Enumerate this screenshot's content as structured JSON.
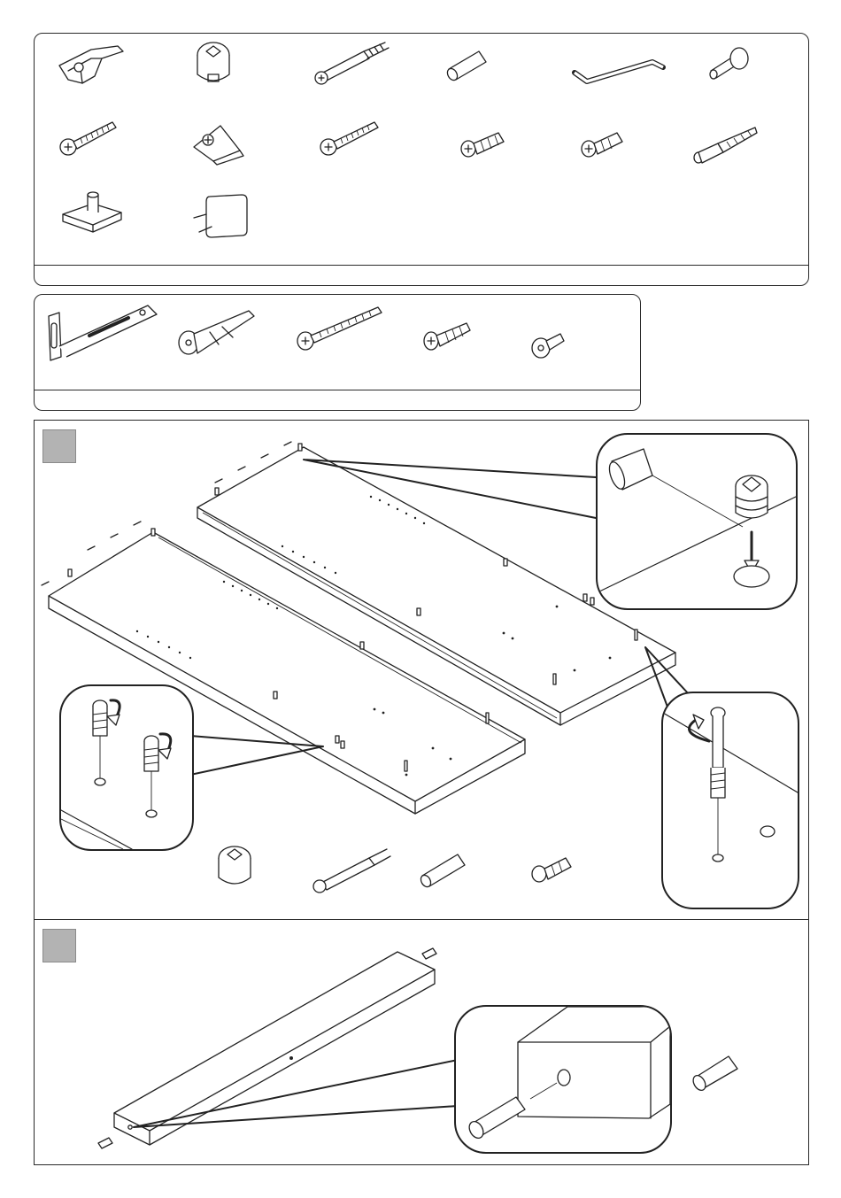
{
  "document": {
    "kind": "assembly-instructions-page",
    "steps": [
      {
        "id": "step-1",
        "text": ""
      },
      {
        "id": "step-2",
        "text": ""
      }
    ]
  },
  "hardware_panel_1": {
    "parts": [
      "wardrobe-clip-icon",
      "cam-lock-icon",
      "cam-bolt-icon",
      "wooden-dowel-icon",
      "allen-key-icon",
      "shelf-pin-icon",
      "long-screw-icon",
      "corner-bracket-icon",
      "chipboard-screw-icon",
      "euro-screw-icon",
      "short-screw-icon",
      "dowel-screw-icon",
      "leveling-foot-icon",
      "furniture-pad-icon"
    ]
  },
  "hardware_panel_2": {
    "parts": [
      "wall-bracket-icon",
      "wall-plug-icon",
      "wall-screw-icon",
      "bracket-screw-icon",
      "small-bolt-icon"
    ]
  },
  "colors": {
    "line": "#222222",
    "badge": "#b3b3b3",
    "paper": "#ffffff"
  }
}
